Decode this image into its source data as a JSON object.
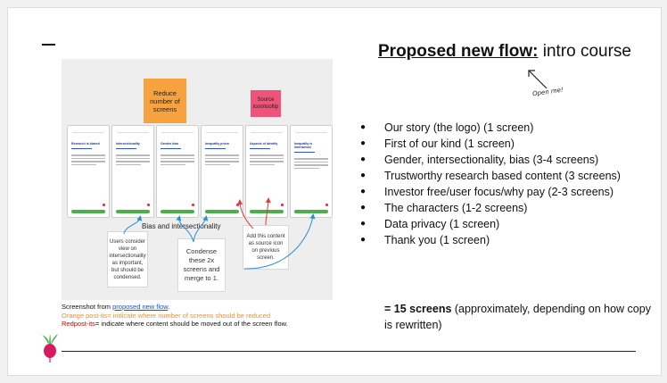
{
  "title": {
    "bold": "Proposed new flow:",
    "rest": " intro course"
  },
  "open_me": "Open me!",
  "screenshot": {
    "postit_orange": "Reduce number of screens",
    "postit_red": "Source icon/tooltip",
    "section_label": "Bias and intersectionality",
    "phones": [
      "Research is biased",
      "Intersectionality",
      "Gender bias",
      "Inequality prism",
      "Aspects of identity",
      "Inequality is intertwined"
    ],
    "note_a": "Users consider view on intersectionality as important, but should be condensed.",
    "note_b": "Condense these 2x screens and merge to 1.",
    "note_c": "Add this content as source icon on previous screen."
  },
  "caption": {
    "prefix": "Screenshot from ",
    "link": "proposed new flow",
    "suffix": ".",
    "orange": "Orange post-its",
    "orange_rest": "= indicate where number of screens should be reduced",
    "red": "Redpost-its",
    "red_rest": "= indicate where content should be moved out of the screen flow."
  },
  "bullets": [
    "Our story (the logo) (1 screen)",
    "First of our kind (1 screen)",
    "Gender, intersectionality, bias (3-4 screens)",
    "Trustworthy research based content (3 screens)",
    "Investor free/user focus/why pay (2-3 screens)",
    "The characters (1-2 screens)",
    "Data privacy (1 screen)",
    "Thank you (1 screen)"
  ],
  "summary": {
    "bold": "= 15 screens",
    "rest": " (approximately,  depending on how copy is rewritten)"
  },
  "colors": {
    "orange_postit": "#f6a23f",
    "red_postit": "#f0527a",
    "link": "#1155cc",
    "orange_text": "#e69138",
    "red_text": "#cc0000"
  }
}
